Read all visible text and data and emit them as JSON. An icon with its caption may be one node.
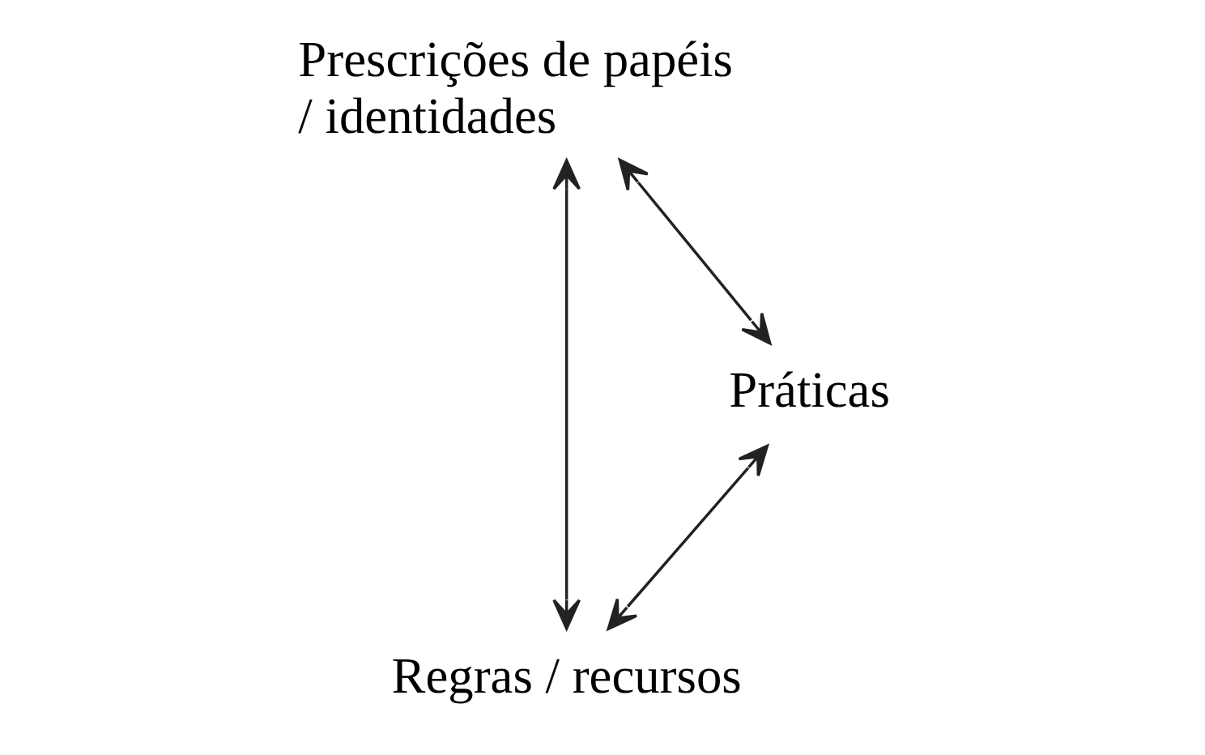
{
  "diagram": {
    "nodes": [
      {
        "text": [
          "Prescrições de papéis / identidades"
        ]
      },
      {
        "text": [
          "Regras / recursos"
        ]
      },
      {
        "text": [
          "Práticas"
        ]
      }
    ],
    "edges": [
      {
        "from": 0,
        "to": 1,
        "arrow": "both"
      },
      {
        "from": 0,
        "to": 2,
        "arrow": "both"
      },
      {
        "from": 2,
        "to": 1,
        "arrow": "both"
      }
    ]
  }
}
